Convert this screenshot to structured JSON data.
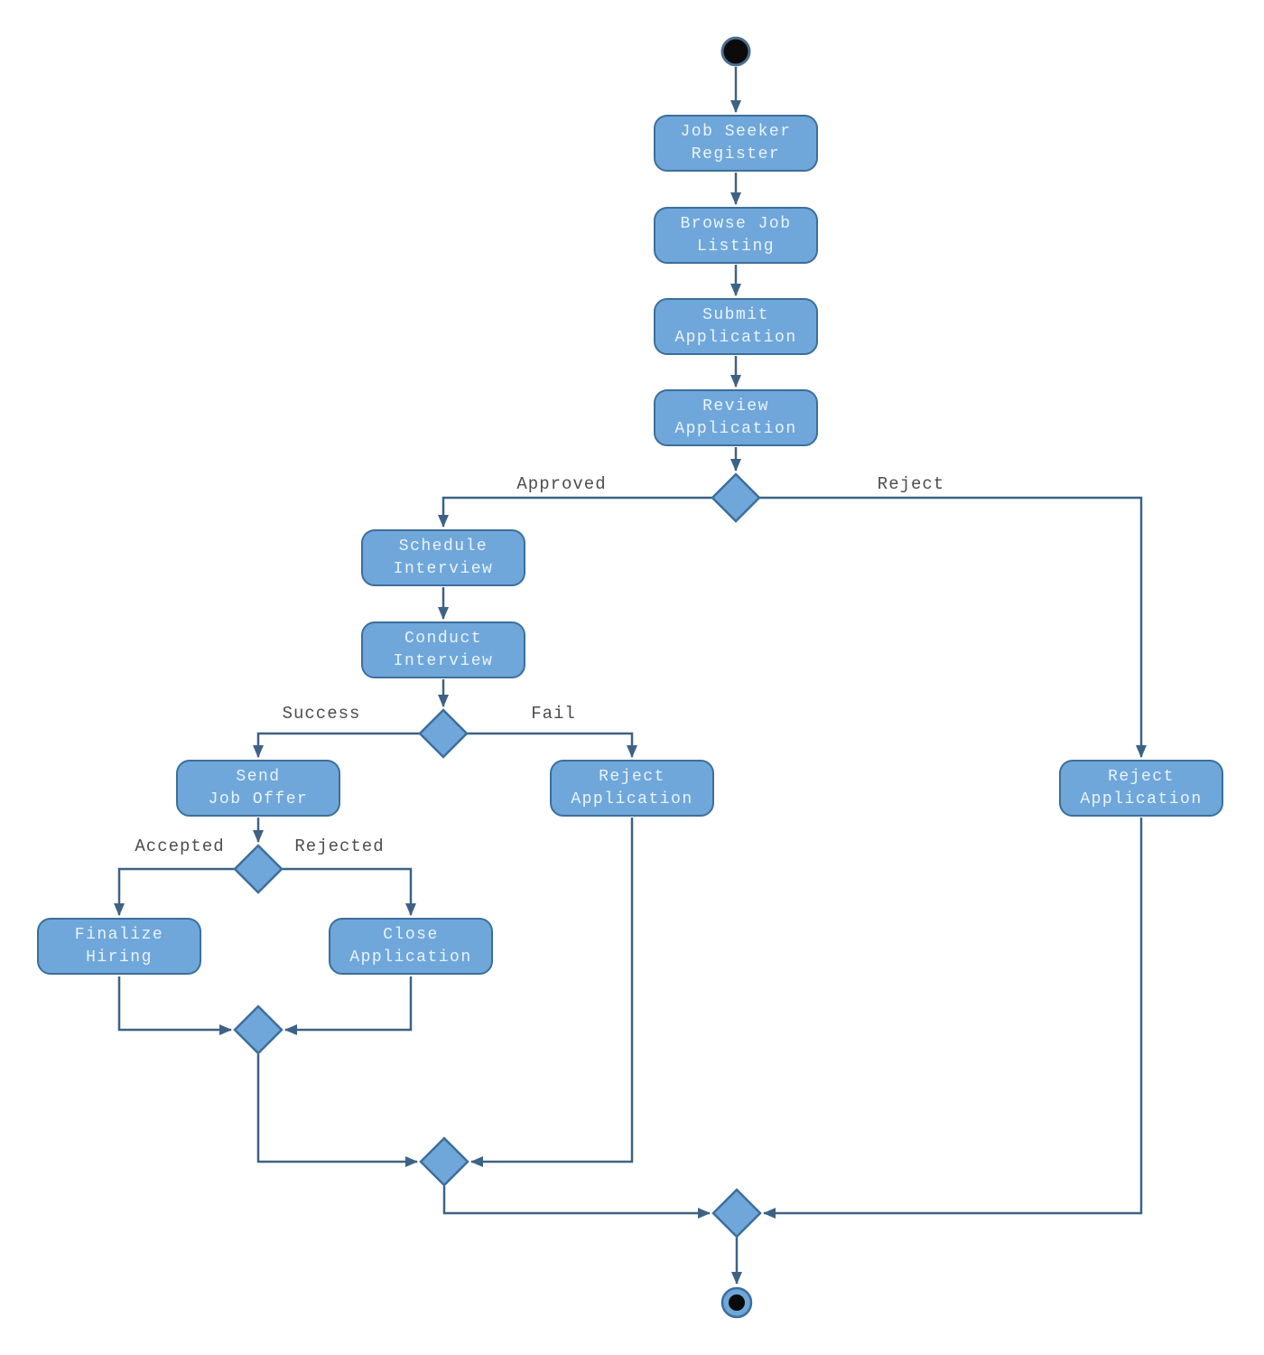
{
  "diagram_type": "uml-activity-diagram",
  "colors": {
    "node_fill": "#6FA7DA",
    "node_border": "#3D6E9B",
    "edge_color": "#3E6285",
    "label_color": "#4D4D4D",
    "node_text": "#EAF3FA",
    "initial_node_fill": "#0B0B0B",
    "final_node_dot": "#0B0B0B"
  },
  "nodes": {
    "job_seeker_register": "Job Seeker\nRegister",
    "browse_job_listing": "Browse Job\nListing",
    "submit_application": "Submit\nApplication",
    "review_application": "Review\nApplication",
    "schedule_interview": "Schedule\nInterview",
    "conduct_interview": "Conduct\nInterview",
    "send_job_offer": "Send\nJob Offer",
    "reject_application_fail": "Reject\nApplication",
    "reject_application_right": "Reject\nApplication",
    "finalize_hiring": "Finalize\nHiring",
    "close_application": "Close\nApplication"
  },
  "edge_labels": {
    "approved": "Approved",
    "reject": "Reject",
    "success": "Success",
    "fail": "Fail",
    "accepted": "Accepted",
    "rejected": "Rejected"
  }
}
